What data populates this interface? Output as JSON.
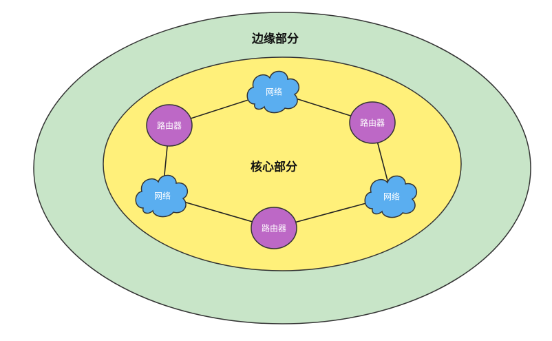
{
  "diagram": {
    "colors": {
      "edge_region": "#c8e5c8",
      "core_region": "#fff07a",
      "router": "#bd68c6",
      "network": "#5aaef0",
      "line": "#222222"
    },
    "edge_label": "边缘部分",
    "core_label": "核心部分",
    "nodes": [
      {
        "id": "network-top",
        "type": "network",
        "label": "网络"
      },
      {
        "id": "router-left",
        "type": "router",
        "label": "路由器"
      },
      {
        "id": "router-right",
        "type": "router",
        "label": "路由器"
      },
      {
        "id": "network-left",
        "type": "network",
        "label": "网络"
      },
      {
        "id": "network-right",
        "type": "network",
        "label": "网络"
      },
      {
        "id": "router-bottom",
        "type": "router",
        "label": "路由器"
      }
    ],
    "links": [
      [
        "network-top",
        "router-left"
      ],
      [
        "network-top",
        "router-right"
      ],
      [
        "router-left",
        "network-left"
      ],
      [
        "router-right",
        "network-right"
      ],
      [
        "network-left",
        "router-bottom"
      ],
      [
        "router-bottom",
        "network-right"
      ]
    ]
  }
}
